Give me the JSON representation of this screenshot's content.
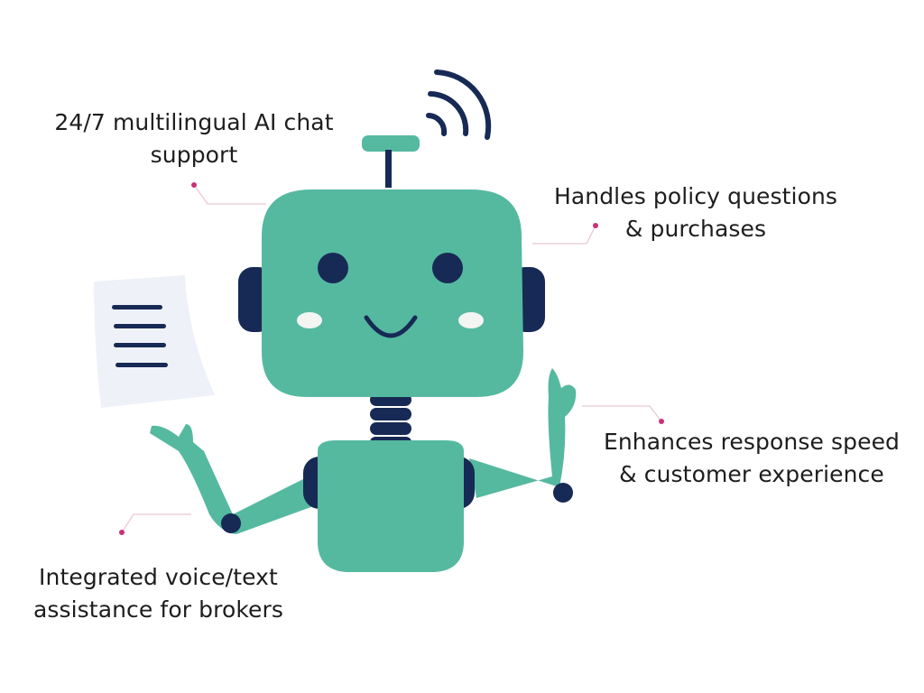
{
  "callouts": {
    "top_left": {
      "line1": "24/7 multilingual AI chat",
      "line2": "support"
    },
    "top_right": {
      "line1": "Handles policy questions",
      "line2": "& purchases"
    },
    "mid_right": {
      "line1": "Enhances response speed",
      "line2": "& customer experience"
    },
    "bottom_left": {
      "line1": "Integrated voice/text",
      "line2": "assistance for brokers"
    }
  },
  "colors": {
    "robot_body": "#55b9a0",
    "robot_dark": "#172a55",
    "paper": "#eef1f7",
    "cheek": "#f3f5f3",
    "connector_dot": "#cc2f77",
    "connector_line": "#e9c6d5",
    "text": "#1d1d1d"
  },
  "icons": {
    "robot": "robot-illustration",
    "signal": "wifi-signal-icon",
    "document": "document-icon"
  }
}
